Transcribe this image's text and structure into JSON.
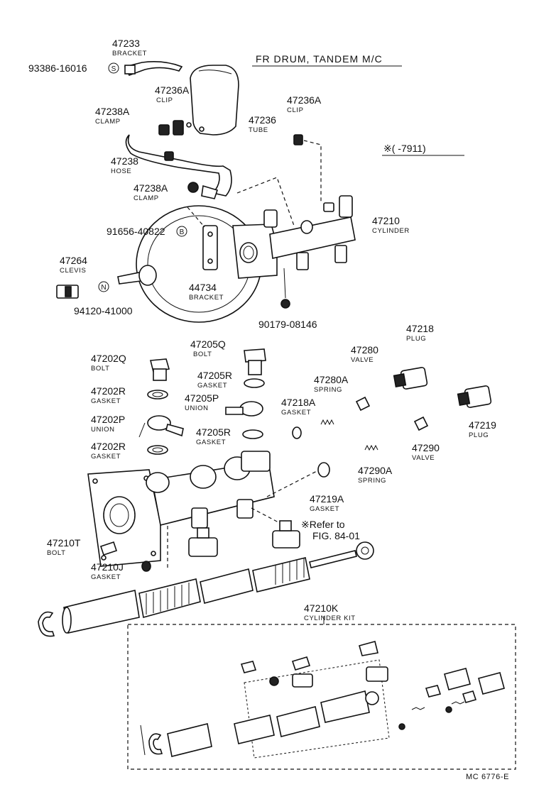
{
  "title": "FR DRUM, TANDEM M/C",
  "date_note": "※(      -7911)",
  "footer_code": "MC 6776-E",
  "refer_note": {
    "line1": "※Refer to",
    "line2": "FIG. 84-01"
  },
  "kit": {
    "number": "47210K",
    "name": "CYLINDER KIT"
  },
  "callouts": [
    {
      "id": "c47233",
      "number": "47233",
      "name": "BRACKET"
    },
    {
      "id": "c93386",
      "number": "93386-16016",
      "name": "",
      "symbol": "S"
    },
    {
      "id": "c47236A-l",
      "number": "47236A",
      "name": "CLIP"
    },
    {
      "id": "c47238A-t",
      "number": "47238A",
      "name": "CLAMP"
    },
    {
      "id": "c47236A-r",
      "number": "47236A",
      "name": "CLIP"
    },
    {
      "id": "c47236",
      "number": "47236",
      "name": "TUBE"
    },
    {
      "id": "c47238",
      "number": "47238",
      "name": "HOSE"
    },
    {
      "id": "c47238A-b",
      "number": "47238A",
      "name": "CLAMP"
    },
    {
      "id": "c91656",
      "number": "91656-40822",
      "name": "",
      "symbol": "B"
    },
    {
      "id": "c47210",
      "number": "47210",
      "name": "CYLINDER"
    },
    {
      "id": "c47264",
      "number": "47264",
      "name": "CLEVIS"
    },
    {
      "id": "c94120",
      "number": "94120-41000",
      "name": "",
      "symbol": "N"
    },
    {
      "id": "c44734",
      "number": "44734",
      "name": "BRACKET"
    },
    {
      "id": "c90179",
      "number": "90179-08146",
      "name": ""
    },
    {
      "id": "c47205Q",
      "number": "47205Q",
      "name": "BOLT"
    },
    {
      "id": "c47202Q",
      "number": "47202Q",
      "name": "BOLT"
    },
    {
      "id": "c47205R-a",
      "number": "47205R",
      "name": "GASKET"
    },
    {
      "id": "c47202R-a",
      "number": "47202R",
      "name": "GASKET"
    },
    {
      "id": "c47205P",
      "number": "47205P",
      "name": "UNION"
    },
    {
      "id": "c47202P",
      "number": "47202P",
      "name": "UNION"
    },
    {
      "id": "c47205R-b",
      "number": "47205R",
      "name": "GASKET"
    },
    {
      "id": "c47202R-b",
      "number": "47202R",
      "name": "GASKET"
    },
    {
      "id": "c47280",
      "number": "47280",
      "name": "VALVE"
    },
    {
      "id": "c47218",
      "number": "47218",
      "name": "PLUG"
    },
    {
      "id": "c47280A",
      "number": "47280A",
      "name": "SPRING"
    },
    {
      "id": "c47218A",
      "number": "47218A",
      "name": "GASKET"
    },
    {
      "id": "c47219",
      "number": "47219",
      "name": "PLUG"
    },
    {
      "id": "c47290",
      "number": "47290",
      "name": "VALVE"
    },
    {
      "id": "c47290A",
      "number": "47290A",
      "name": "SPRING"
    },
    {
      "id": "c47219A",
      "number": "47219A",
      "name": "GASKET"
    },
    {
      "id": "c47210T",
      "number": "47210T",
      "name": "BOLT"
    },
    {
      "id": "c47210J",
      "number": "47210J",
      "name": "GASKET"
    }
  ]
}
